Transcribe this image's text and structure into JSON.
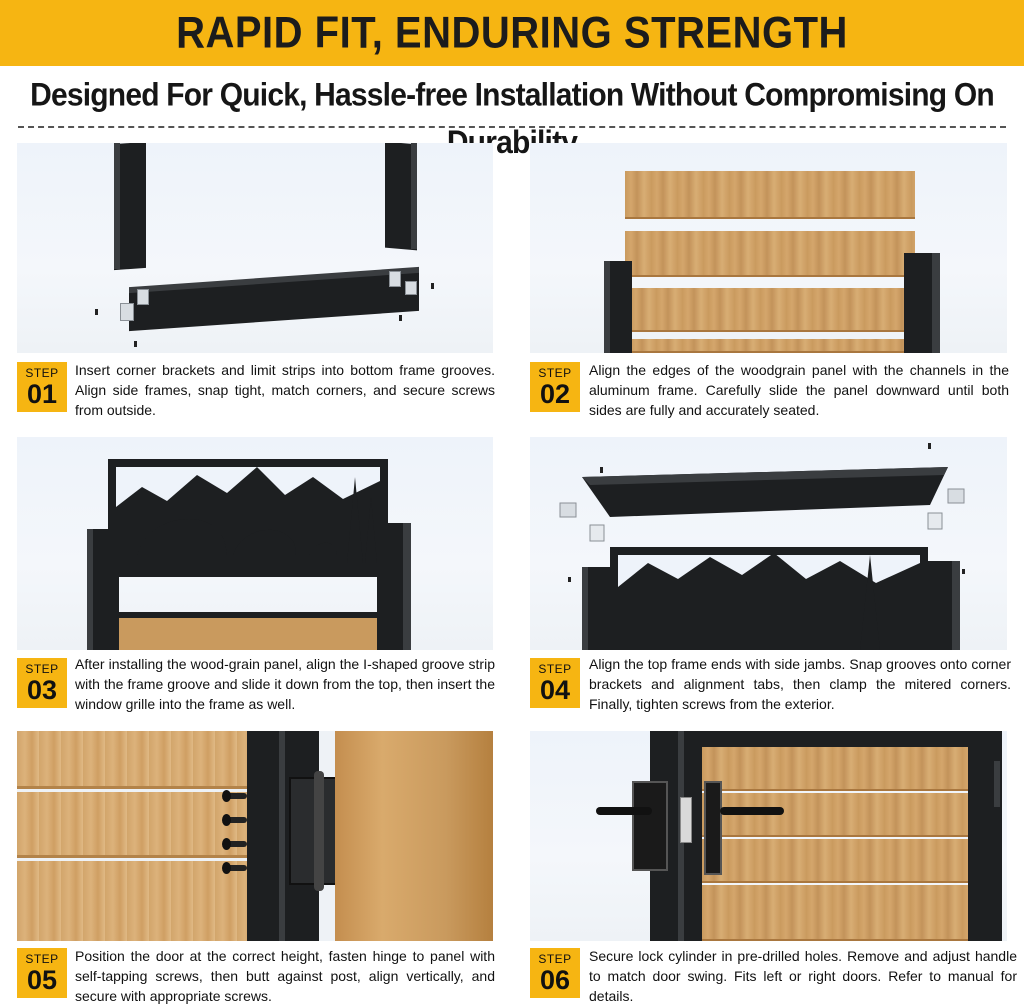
{
  "header": {
    "title": "RAPID FIT, ENDURING STRENGTH",
    "subtitle": "Designed For Quick, Hassle-free Installation Without Compromising On Durability"
  },
  "colors": {
    "accent": "#f6b512",
    "frame": "#1d1f21",
    "wood": "#c99a5e"
  },
  "steps": [
    {
      "label": "STEP",
      "number": "01",
      "text": "Insert corner brackets and limit strips into bottom frame grooves. Align side frames, snap tight, match corners, and secure screws from outside."
    },
    {
      "label": "STEP",
      "number": "02",
      "text": "Align the edges of the woodgrain panel with the channels in the aluminum frame. Carefully slide the panel downward until both sides are fully and accurately seated."
    },
    {
      "label": "STEP",
      "number": "03",
      "text": "After installing the wood-grain panel, align the I-shaped groove strip with the frame groove and slide it down from the top, then insert the window grille into the frame as well."
    },
    {
      "label": "STEP",
      "number": "04",
      "text": "Align the top frame ends with side jambs. Snap grooves onto corner brackets and alignment tabs, then clamp the mitered corners. Finally, tighten screws from the exterior."
    },
    {
      "label": "STEP",
      "number": "05",
      "text": "Position the door at the correct height, fasten hinge to panel with self-tapping screws, then butt against post, align vertically, and secure with appropriate screws."
    },
    {
      "label": "STEP",
      "number": "06",
      "text": "Secure lock cylinder in pre-drilled holes. Remove and adjust handle to match door swing. Fits left or right doors. Refer to manual for details."
    }
  ]
}
